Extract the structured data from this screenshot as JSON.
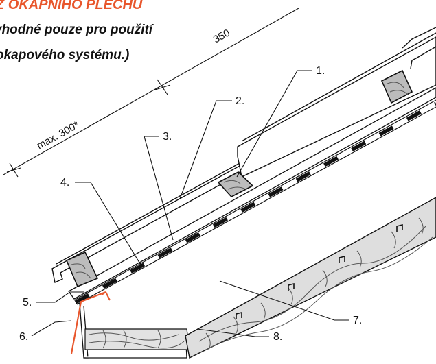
{
  "header": {
    "title": "Z OKAPNÍHO PLECHU",
    "note_line1": "vhodné pouze pro použití",
    "note_line2": "okapového systému.)"
  },
  "dimensions": {
    "batten_spacing": "350",
    "first_batten": "max. 300*"
  },
  "labels": {
    "l1": "1.",
    "l2": "2.",
    "l3": "3.",
    "l4": "4.",
    "l5": "5.",
    "l6": "6.",
    "l7": "7.",
    "l8": "8."
  },
  "colors": {
    "drip_edge": "#e8562c",
    "line": "#111111",
    "membrane_dark": "#111111"
  }
}
